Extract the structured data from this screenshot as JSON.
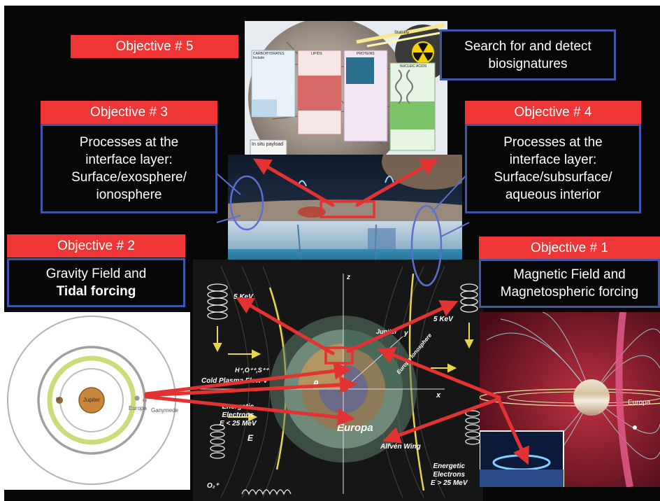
{
  "objectives": [
    {
      "header": "Objective # 5",
      "lines": [
        "Search for and detect",
        "biosignatures"
      ]
    },
    {
      "header": "Objective # 3",
      "lines": [
        "Processes at the",
        "interface layer:",
        "Surface/exosphere/",
        "ionosphere"
      ]
    },
    {
      "header": "Objective # 4",
      "lines": [
        "Processes at the",
        "interface layer:",
        "Surface/subsurface/",
        "aqueous interior"
      ]
    },
    {
      "header": "Objective # 2",
      "lines": [
        "Gravity Field and",
        "Tidal forcing"
      ]
    },
    {
      "header": "Objective # 1",
      "lines": [
        "Magnetic Field and",
        "Magnetospheric forcing"
      ]
    }
  ],
  "biosig_panel": {
    "columns": [
      "CARBOHYDRATES Include",
      "LIPIDS",
      "PROTEINS",
      "NUCLEIC ACIDS"
    ],
    "payload_label": "In situ payload",
    "stability_label": "Stability"
  },
  "orbit_panel": {
    "jupiter": "Jupiter",
    "europa": "Europa",
    "ganymede": "Ganymede",
    "io": "Io"
  },
  "magneto_panel": {
    "europa_label": "Europa",
    "cold_plasma": "Cold Plasma Flow V",
    "ions": "H⁺,O⁺⁺,S⁺⁺",
    "energetic_low": [
      "Energetic",
      "Electrons",
      "E < 25 MeV"
    ],
    "energetic_high": [
      "Energetic",
      "Electrons",
      "E > 25 MeV"
    ],
    "alfven": "Alfvén Wing",
    "jupiter_label": "Jupiter",
    "ionosphere": "Europa Ionosphere",
    "kev_left": "5 KeV",
    "kev_right": "5 KeV",
    "e0": "E",
    "o2": "O₂⁺",
    "theta": "θ",
    "x_axis": "x",
    "y_axis": "y",
    "z_axis": "z"
  },
  "jupiter_field_panel": {
    "europa_label": "Europa"
  },
  "colors": {
    "header_red": "#ee3636",
    "box_border": "#3f57a8",
    "arrow_red": "#e33232",
    "background": "#070707"
  }
}
